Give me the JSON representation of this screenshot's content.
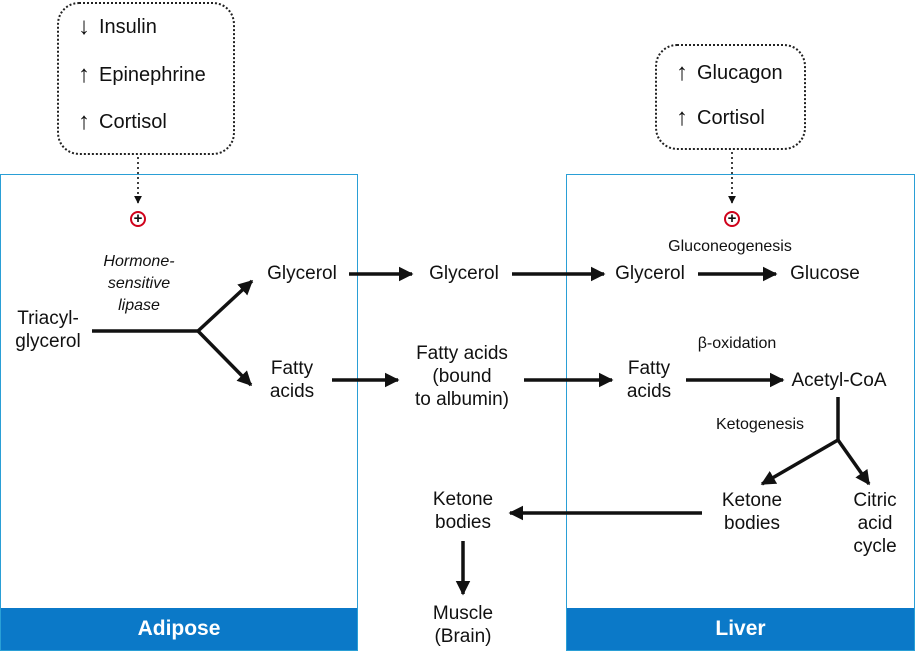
{
  "regulators": {
    "adipose": [
      {
        "arrow": "↓",
        "label": "Insulin"
      },
      {
        "arrow": "↑",
        "label": "Epinephrine"
      },
      {
        "arrow": "↑",
        "label": "Cortisol"
      }
    ],
    "liver": [
      {
        "arrow": "↑",
        "label": "Glucagon"
      },
      {
        "arrow": "↑",
        "label": "Cortisol"
      }
    ]
  },
  "activation_symbol": "+",
  "panels": {
    "adipose": "Adipose",
    "liver": "Liver"
  },
  "nodes": {
    "triacylglycerol": [
      "Triacyl-",
      "glycerol"
    ],
    "enzyme": [
      "Hormone-",
      "sensitive",
      "lipase"
    ],
    "glycerol_adipose": "Glycerol",
    "fatty_acids_adipose": [
      "Fatty",
      "acids"
    ],
    "glycerol_blood": "Glycerol",
    "fatty_acids_blood": [
      "Fatty acids",
      "(bound",
      "to albumin)"
    ],
    "glycerol_liver": "Glycerol",
    "glucose": "Glucose",
    "gluconeogenesis": "Gluconeogenesis",
    "fatty_acids_liver": [
      "Fatty",
      "acids"
    ],
    "beta_oxidation": "β-oxidation",
    "acetyl_coa": "Acetyl-CoA",
    "ketogenesis": "Ketogenesis",
    "ketone_bodies_liver": [
      "Ketone",
      "bodies"
    ],
    "citric_acid_cycle": [
      "Citric",
      "acid",
      "cycle"
    ],
    "ketone_bodies_blood": [
      "Ketone",
      "bodies"
    ],
    "muscle": [
      "Muscle",
      "(Brain)"
    ]
  },
  "colors": {
    "panel_border": "#2a9fd6",
    "panel_footer": "#0b79c8",
    "activation": "#d0021b"
  }
}
